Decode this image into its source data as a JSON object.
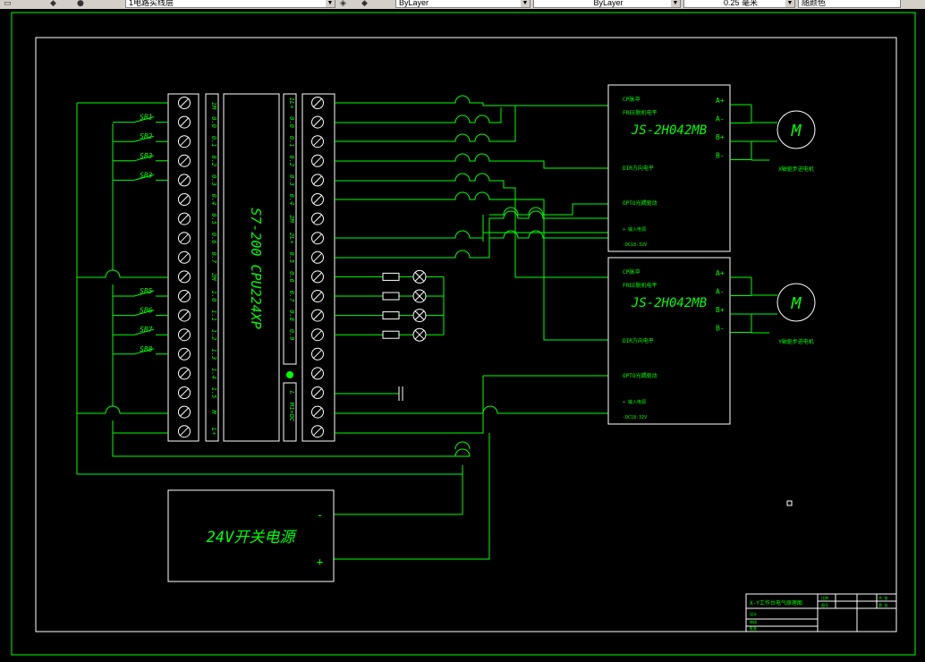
{
  "toolbar": {
    "layer_name": "1电路实线层",
    "color": "ByLayer",
    "linetype": "ByLayer",
    "lineweight": "0.25 毫米",
    "plotstyle": "随颜色"
  },
  "drawing": {
    "plc_model": "S7-200 CPU224XP",
    "switches": [
      "SB1",
      "SB2",
      "SB3",
      "SB3",
      "SB5",
      "SB6",
      "SB7",
      "SB8"
    ],
    "input_labels": [
      "0.0",
      "0.1",
      "0.2",
      "0.3",
      "0.4",
      "0.5",
      "0.6",
      "0.7",
      "2M",
      "1.0",
      "1.1",
      "1.2",
      "1.3",
      "1.4",
      "1.5",
      "M",
      "L+"
    ],
    "input_top_label": "1M",
    "output_labels": [
      "1L+",
      "0.0",
      "0.1",
      "0.2",
      "0.3",
      "0.4",
      "2M",
      "2L+",
      "0.5",
      "0.6",
      "0.7",
      "0.8",
      "0.9"
    ],
    "output_bottom_labels": [
      "L",
      "M1+DC"
    ],
    "drivers": [
      {
        "model": "JS-2H042MB",
        "cp": "CP脉冲",
        "free": "FREE脱机电平",
        "dir": "DIR方向电平",
        "opto": "OPTO光耦驱动",
        "input": "+ 输入电源",
        "dc": "-DC18-32V",
        "outputs": [
          "A+",
          "A-",
          "B+",
          "B-"
        ],
        "motor_label": "M",
        "motor_name": "X轴驱步进电机"
      },
      {
        "model": "JS-2H042MB",
        "cp": "CP脉冲",
        "free": "FREE脱机电平",
        "dir": "DIR方向电平",
        "opto": "OPTO光耦驱动",
        "input": "+ 输入电源",
        "dc": "-DC18-32V",
        "outputs": [
          "A+",
          "A-",
          "B+",
          "B-"
        ],
        "motor_label": "M",
        "motor_name": "Y轴驱步进电机"
      }
    ],
    "power_supply": {
      "label": "24V开关电源",
      "minus": "-",
      "plus": "+"
    },
    "title_block": {
      "title": "X-Y工作台电气原理图",
      "cells": [
        "比例",
        "图号",
        "设计",
        "审核",
        "批准",
        "共 张",
        "第 张"
      ]
    }
  },
  "colors": {
    "line": "#00ff00",
    "white": "#ffffff",
    "background": "#000000"
  }
}
